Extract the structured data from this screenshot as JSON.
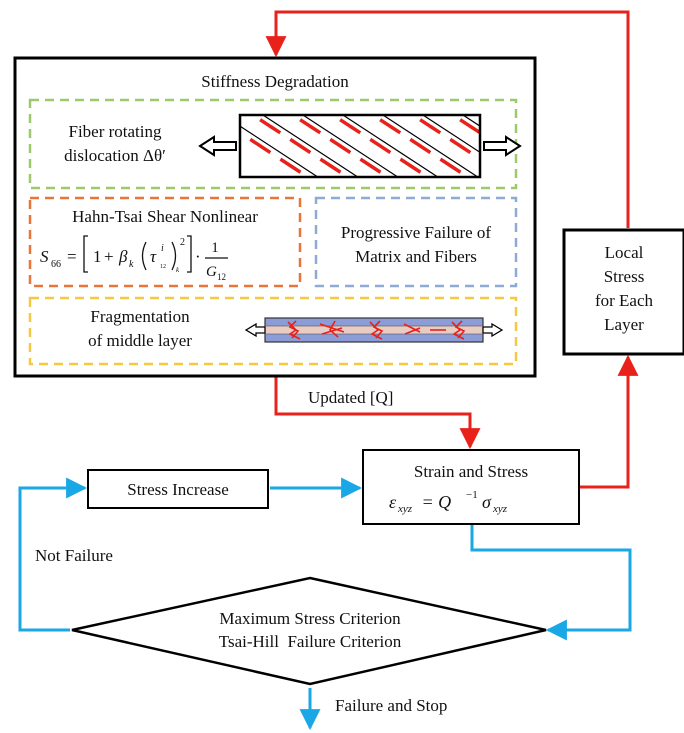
{
  "main_box": {
    "title": "Stiffness Degradation",
    "fiber": {
      "line1": "Fiber rotating",
      "line2": "dislocation Δθ′"
    },
    "hahn": {
      "title": "Hahn-Tsai Shear Nonlinear",
      "formula_lhs": "S",
      "formula_lhs_sub": "66",
      "formula_eq": "=",
      "formula_one": "1",
      "formula_plus": "+",
      "formula_beta": "β",
      "formula_beta_sub": "k",
      "formula_tau": "τ",
      "formula_tau_sup": "i",
      "formula_tau_sub": "12",
      "formula_k": "k",
      "formula_sq": "2",
      "formula_dot": "·",
      "formula_num": "1",
      "formula_den": "G",
      "formula_den_sub": "12"
    },
    "progressive": {
      "line1": "Progressive Failure of",
      "line2": "Matrix and Fibers"
    },
    "fragmentation": {
      "line1": "Fragmentation",
      "line2": "of middle layer"
    }
  },
  "local_stress": {
    "lines": [
      "Local",
      "Stress",
      "for Each",
      "Layer"
    ]
  },
  "updated_q": "Updated [Q]",
  "stress_increase": "Stress Increase",
  "strain_stress": {
    "title": "Strain and Stress",
    "eq_eps": "ε",
    "eq_eps_sub": "xyz",
    "eq_mid": " = Q",
    "eq_sup": "−1",
    "eq_sigma": "σ",
    "eq_sigma_sub": "xyz"
  },
  "not_failure": "Not Failure",
  "criterion": {
    "line1": "Maximum Stress Criterion",
    "line2": "Tsai-Hill  Failure Criterion"
  },
  "failure_stop": "Failure and Stop",
  "colors": {
    "red": "#e8211b",
    "blue": "#1aa7e6",
    "green_dash": "#9bc96b",
    "orange_dash": "#e8763a",
    "blue_dash": "#8eaad6",
    "yellow_dash": "#f5c842",
    "lamina": "#8c9cd6"
  }
}
